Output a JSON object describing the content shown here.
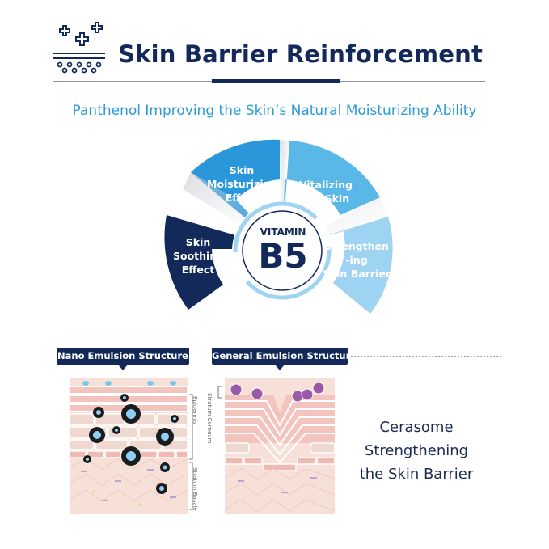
{
  "header": {
    "title": "Skin Barrier Reinforcement",
    "subtitle": "Panthenol Improving the Skin’s Natural Moisturizing Ability",
    "logo_icon": "skin-barrier-plus-icon"
  },
  "wheel": {
    "center_small": "VITAMIN",
    "center_big": "B5",
    "segments": [
      {
        "label": "Skin\nSoothing\nEffect",
        "color": "#13295a"
      },
      {
        "label": "Skin\nMoisturizing\nEffect",
        "color": "#2b97db"
      },
      {
        "label": "Vitalizing\nthe Skin",
        "color": "#5ab8e8"
      },
      {
        "label": "Strengthen\n-ing\nSkin Barrier",
        "color": "#9fd3f2"
      }
    ]
  },
  "structures": {
    "nano_label": "Nano Emulsion Structure",
    "general_label": "General Emulsion Structure",
    "layer_labels": [
      "Stratum Corneum",
      "Epidermis",
      "Stratum Basale"
    ]
  },
  "cerasome": {
    "line1": "Cerasome",
    "line2": "Strengthening",
    "line3": "the Skin Barrier"
  }
}
